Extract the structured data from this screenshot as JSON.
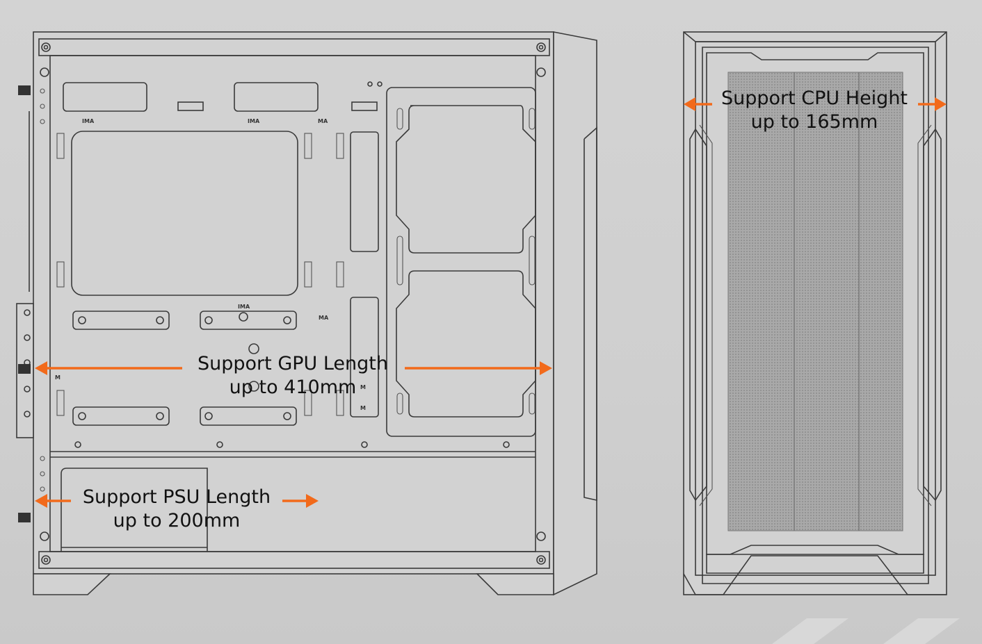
{
  "colors": {
    "accent": "#f26a1b",
    "line": "#3a3a3a",
    "background": "#d0d0d0"
  },
  "side_view": {
    "markings": [
      "IMA",
      "IMA",
      "MA",
      "IMA",
      "MA",
      "M",
      "M",
      "M"
    ],
    "gpu_label": {
      "line1": "Support GPU Length",
      "line2": "up to 410mm"
    },
    "psu_label": {
      "line1": "Support PSU Length",
      "line2": "up to 200mm"
    }
  },
  "front_view": {
    "cpu_label": {
      "line1": "Support CPU Height",
      "line2": "up to 165mm"
    }
  }
}
